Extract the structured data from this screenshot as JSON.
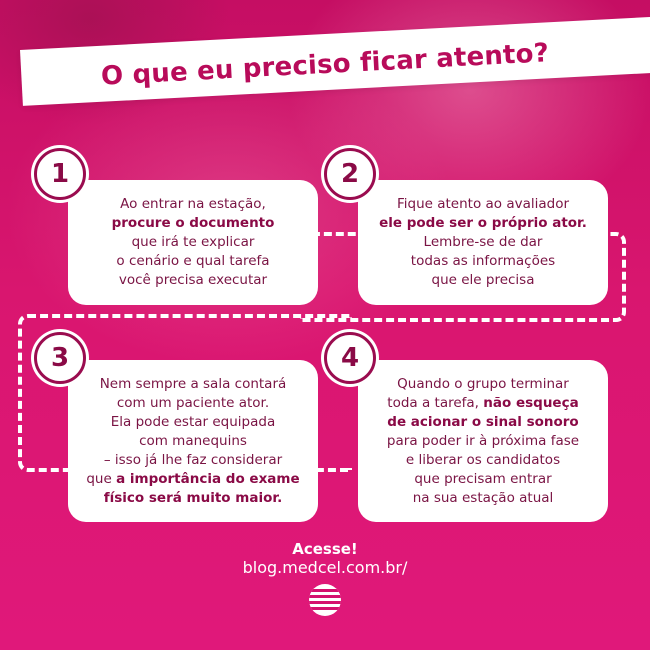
{
  "title": "O que eu preciso ficar atento?",
  "steps": [
    {
      "number": "1",
      "lines": [
        {
          "text": "Ao entrar na estação,",
          "bold": false
        },
        {
          "text": "procure o documento",
          "bold": true
        },
        {
          "text": "que irá te explicar",
          "bold": false
        },
        {
          "text": "o cenário e qual tarefa",
          "bold": false
        },
        {
          "text": "você precisa executar",
          "bold": false
        }
      ]
    },
    {
      "number": "2",
      "lines": [
        {
          "text": "Fique atento ao avaliador",
          "bold": false
        },
        {
          "text": "ele pode ser o próprio ator.",
          "bold": true
        },
        {
          "text": "Lembre-se de dar",
          "bold": false
        },
        {
          "text": "todas as informações",
          "bold": false
        },
        {
          "text": "que ele precisa",
          "bold": false
        }
      ]
    },
    {
      "number": "3",
      "lines": [
        {
          "text": "Nem sempre a sala contará",
          "bold": false
        },
        {
          "text": "com um paciente ator.",
          "bold": false
        },
        {
          "text": "Ela pode estar equipada",
          "bold": false
        },
        {
          "text": "com manequins",
          "bold": false
        },
        {
          "text": "– isso já lhe faz considerar",
          "bold": false
        },
        {
          "text": "que ",
          "bold": false,
          "inline_bold": "a importância do exame"
        },
        {
          "text": "físico será muito maior.",
          "bold": true
        }
      ]
    },
    {
      "number": "4",
      "lines": [
        {
          "text": "Quando o grupo terminar",
          "bold": false
        },
        {
          "text": "toda a tarefa, ",
          "bold": false,
          "inline_bold": "não esqueça"
        },
        {
          "text": "de acionar o sinal sonoro",
          "bold": true
        },
        {
          "text": "para poder ir à próxima fase",
          "bold": false
        },
        {
          "text": "e liberar os candidatos",
          "bold": false
        },
        {
          "text": "que precisam entrar",
          "bold": false
        },
        {
          "text": "na sua estação atual",
          "bold": false
        }
      ]
    }
  ],
  "footer": {
    "cta": "Acesse!",
    "url": "blog.medcel.com.br/"
  },
  "logo_icon": "medcel-globe-logo-icon",
  "colors": {
    "background": "#d4106e",
    "title_text": "#b80b5a",
    "card_text": "#7a1444",
    "badge_border": "#9a0c4f"
  }
}
